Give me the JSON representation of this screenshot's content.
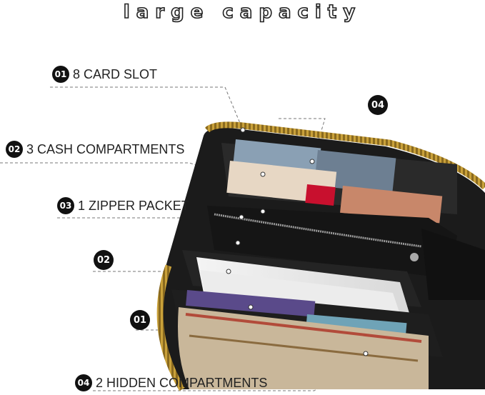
{
  "title": "large capacity",
  "callouts": [
    {
      "num": "01",
      "text": "8 CARD SLOT"
    },
    {
      "num": "02",
      "text": "3 CASH COMPARTMENTS"
    },
    {
      "num": "03",
      "text": "1 ZIPPER PACKET"
    },
    {
      "num": "04",
      "text": "2 HIDDEN COMPARTMENTS"
    }
  ],
  "markers": {
    "top_right": "04",
    "middle_left": "02",
    "lower_left": "01"
  },
  "colors": {
    "wallet_interior": "#1b1b1b",
    "zipper": "#c9a13a",
    "badge": "#111111"
  }
}
